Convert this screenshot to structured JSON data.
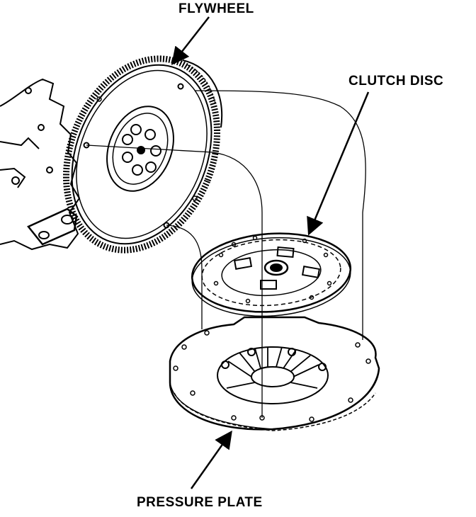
{
  "labels": {
    "flywheel": "FLYWHEEL",
    "clutch_disc": "CLUTCH DISC",
    "pressure_plate": "PRESSURE PLATE"
  },
  "colors": {
    "ink": "#000000",
    "paper": "#ffffff"
  }
}
